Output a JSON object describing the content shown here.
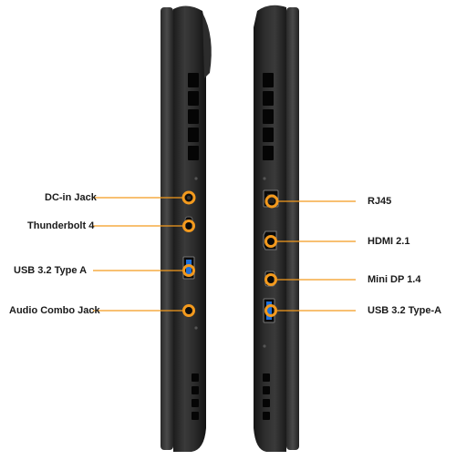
{
  "accent_color": "#f39a1e",
  "left_side": {
    "ports": [
      {
        "label": "DC-in Jack"
      },
      {
        "label": "Thunderbolt 4"
      },
      {
        "label": "USB 3.2 Type A"
      },
      {
        "label": "Audio Combo Jack"
      }
    ]
  },
  "right_side": {
    "ports": [
      {
        "label": "RJ45"
      },
      {
        "label": "HDMI 2.1"
      },
      {
        "label": "Mini DP 1.4"
      },
      {
        "label": "USB 3.2 Type-A"
      }
    ]
  }
}
